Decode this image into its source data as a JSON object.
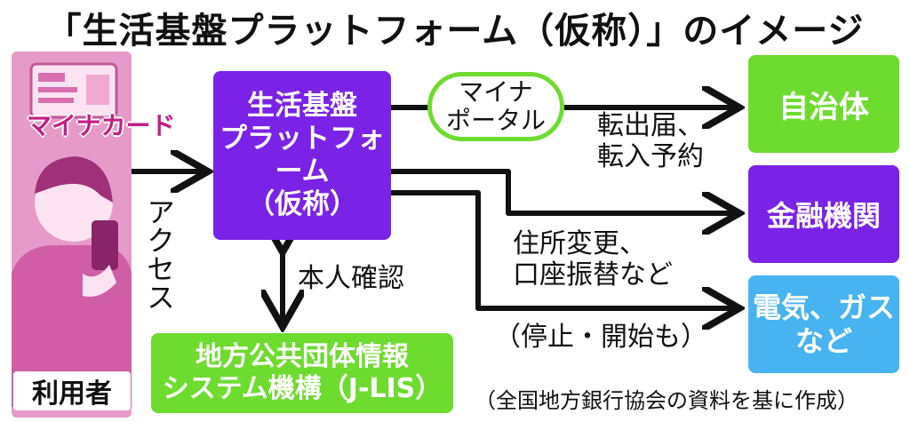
{
  "title": "「生活基盤プラットフォーム（仮称）」のイメージ",
  "user": {
    "card_label": "マイナカード",
    "user_label": "利用者"
  },
  "platform": "生活基盤\nプラットフォーム\n（仮称）",
  "portal": "マイナ\nポータル",
  "jlis": "地方公共団体情報\nシステム機構（J-LIS）",
  "targets": {
    "municipality": "自治体",
    "financial": "金融機関",
    "utilities": "電気、ガス\nなど"
  },
  "edge_labels": {
    "access": "アクセス",
    "identity": "本人確認",
    "moving": "転出届、\n転入予約",
    "address_change": "住所変更、\n口座振替など",
    "stop_start": "（停止・開始も）"
  },
  "source": "（全国地方銀行協会の資料を基に作成）",
  "colors": {
    "platform": "#7a22e6",
    "portal_border": "#6edb2f",
    "municipality": "#6edb2f",
    "financial": "#7a22e6",
    "utilities": "#47b3f0",
    "jlis": "#6edb2f",
    "user_panel": "#e69ac8"
  }
}
